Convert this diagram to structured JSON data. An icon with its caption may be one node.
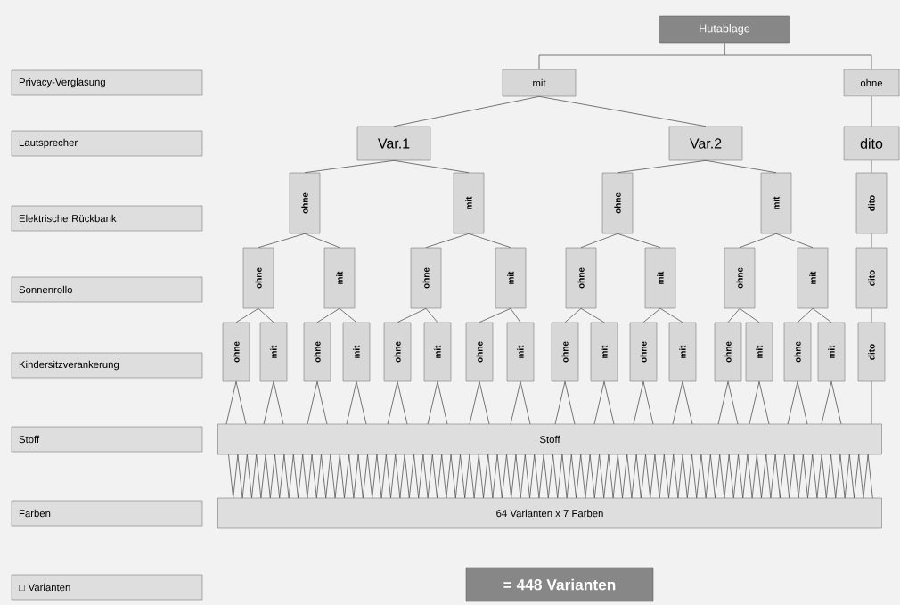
{
  "diagram": {
    "nodes": [
      {
        "text": [
          "Hutablage"
        ]
      },
      {
        "text": [
          "Privacy-Verglasung"
        ]
      },
      {
        "text": [
          "mit"
        ]
      },
      {
        "text": [
          "ohne"
        ]
      },
      {
        "text": [
          "Lautsprecher"
        ]
      },
      {
        "text": [
          "Var.1"
        ]
      },
      {
        "text": [
          "Var.2"
        ]
      },
      {
        "text": [
          "dito"
        ]
      },
      {
        "text": [
          "Elektrische Rückbank"
        ]
      },
      {
        "text": [
          "ohne"
        ]
      },
      {
        "text": [
          "mit"
        ]
      },
      {
        "text": [
          "ohne"
        ]
      },
      {
        "text": [
          "mit"
        ]
      },
      {
        "text": [
          "dito"
        ]
      },
      {
        "text": [
          "Sonnenrollo"
        ]
      },
      {
        "text": [
          "ohne"
        ]
      },
      {
        "text": [
          "mit"
        ]
      },
      {
        "text": [
          "ohne"
        ]
      },
      {
        "text": [
          "mit"
        ]
      },
      {
        "text": [
          "ohne"
        ]
      },
      {
        "text": [
          "mit"
        ]
      },
      {
        "text": [
          "ohne"
        ]
      },
      {
        "text": [
          "mit"
        ]
      },
      {
        "text": [
          "dito"
        ]
      },
      {
        "text": [
          "Kindersitzverankerung"
        ]
      },
      {
        "text": [
          "ohne"
        ]
      },
      {
        "text": [
          "mit"
        ]
      },
      {
        "text": [
          "ohne"
        ]
      },
      {
        "text": [
          "mit"
        ]
      },
      {
        "text": [
          "ohne"
        ]
      },
      {
        "text": [
          "mit"
        ]
      },
      {
        "text": [
          "ohne"
        ]
      },
      {
        "text": [
          "mit"
        ]
      },
      {
        "text": [
          "ohne"
        ]
      },
      {
        "text": [
          "mit"
        ]
      },
      {
        "text": [
          "ohne"
        ]
      },
      {
        "text": [
          "mit"
        ]
      },
      {
        "text": [
          "ohne"
        ]
      },
      {
        "text": [
          "mit"
        ]
      },
      {
        "text": [
          "ohne"
        ]
      },
      {
        "text": [
          "mit"
        ]
      },
      {
        "text": [
          "dito"
        ]
      },
      {
        "text": [
          "Stoff"
        ]
      },
      {
        "text": [
          "Stoff"
        ]
      },
      {
        "text": [
          "Farben"
        ]
      },
      {
        "text": [
          "64 Varianten x 7 Farben"
        ]
      },
      {
        "text": [
          "□ Varianten"
        ]
      },
      {
        "text": [
          "= 448 Varianten"
        ]
      }
    ],
    "edges": [
      {
        "from": 0,
        "to": 2,
        "arrow": "none"
      },
      {
        "from": 0,
        "to": 3,
        "arrow": "none"
      },
      {
        "from": 2,
        "to": 5,
        "arrow": "none"
      },
      {
        "from": 2,
        "to": 6,
        "arrow": "none"
      },
      {
        "from": 3,
        "to": 7,
        "arrow": "none"
      },
      {
        "from": 5,
        "to": 9,
        "arrow": "none"
      },
      {
        "from": 5,
        "to": 10,
        "arrow": "none"
      },
      {
        "from": 6,
        "to": 11,
        "arrow": "none"
      },
      {
        "from": 6,
        "to": 12,
        "arrow": "none"
      },
      {
        "from": 7,
        "to": 13,
        "arrow": "none"
      },
      {
        "from": 9,
        "to": 15,
        "arrow": "none"
      },
      {
        "from": 9,
        "to": 16,
        "arrow": "none"
      },
      {
        "from": 10,
        "to": 17,
        "arrow": "none"
      },
      {
        "from": 10,
        "to": 18,
        "arrow": "none"
      },
      {
        "from": 11,
        "to": 19,
        "arrow": "none"
      },
      {
        "from": 11,
        "to": 20,
        "arrow": "none"
      },
      {
        "from": 12,
        "to": 21,
        "arrow": "none"
      },
      {
        "from": 12,
        "to": 22,
        "arrow": "none"
      },
      {
        "from": 13,
        "to": 23,
        "arrow": "none"
      },
      {
        "from": 15,
        "to": 25,
        "arrow": "none"
      },
      {
        "from": 15,
        "to": 26,
        "arrow": "none"
      },
      {
        "from": 16,
        "to": 27,
        "arrow": "none"
      },
      {
        "from": 16,
        "to": 28,
        "arrow": "none"
      },
      {
        "from": 17,
        "to": 29,
        "arrow": "none"
      },
      {
        "from": 17,
        "to": 30,
        "arrow": "none"
      },
      {
        "from": 18,
        "to": 31,
        "arrow": "none"
      },
      {
        "from": 18,
        "to": 32,
        "arrow": "none"
      },
      {
        "from": 19,
        "to": 33,
        "arrow": "none"
      },
      {
        "from": 19,
        "to": 34,
        "arrow": "none"
      },
      {
        "from": 20,
        "to": 35,
        "arrow": "none"
      },
      {
        "from": 20,
        "to": 36,
        "arrow": "none"
      },
      {
        "from": 21,
        "to": 37,
        "arrow": "none"
      },
      {
        "from": 21,
        "to": 38,
        "arrow": "none"
      },
      {
        "from": 22,
        "to": 39,
        "arrow": "none"
      },
      {
        "from": 22,
        "to": 40,
        "arrow": "none"
      },
      {
        "from": 23,
        "to": 41,
        "arrow": "none"
      },
      {
        "from": 25,
        "to": 43,
        "arrow": "none"
      },
      {
        "from": 26,
        "to": 43,
        "arrow": "none"
      },
      {
        "from": 27,
        "to": 43,
        "arrow": "none"
      },
      {
        "from": 28,
        "to": 43,
        "arrow": "none"
      },
      {
        "from": 29,
        "to": 43,
        "arrow": "none"
      },
      {
        "from": 30,
        "to": 43,
        "arrow": "none"
      },
      {
        "from": 31,
        "to": 43,
        "arrow": "none"
      },
      {
        "from": 32,
        "to": 43,
        "arrow": "none"
      },
      {
        "from": 33,
        "to": 43,
        "arrow": "none"
      },
      {
        "from": 34,
        "to": 43,
        "arrow": "none"
      },
      {
        "from": 35,
        "to": 43,
        "arrow": "none"
      },
      {
        "from": 36,
        "to": 43,
        "arrow": "none"
      },
      {
        "from": 37,
        "to": 43,
        "arrow": "none"
      },
      {
        "from": 38,
        "to": 43,
        "arrow": "none"
      },
      {
        "from": 39,
        "to": 43,
        "arrow": "none"
      },
      {
        "from": 40,
        "to": 43,
        "arrow": "none"
      },
      {
        "from": 41,
        "to": 43,
        "arrow": "none"
      },
      {
        "from": 43,
        "to": 45,
        "arrow": "none"
      }
    ]
  }
}
